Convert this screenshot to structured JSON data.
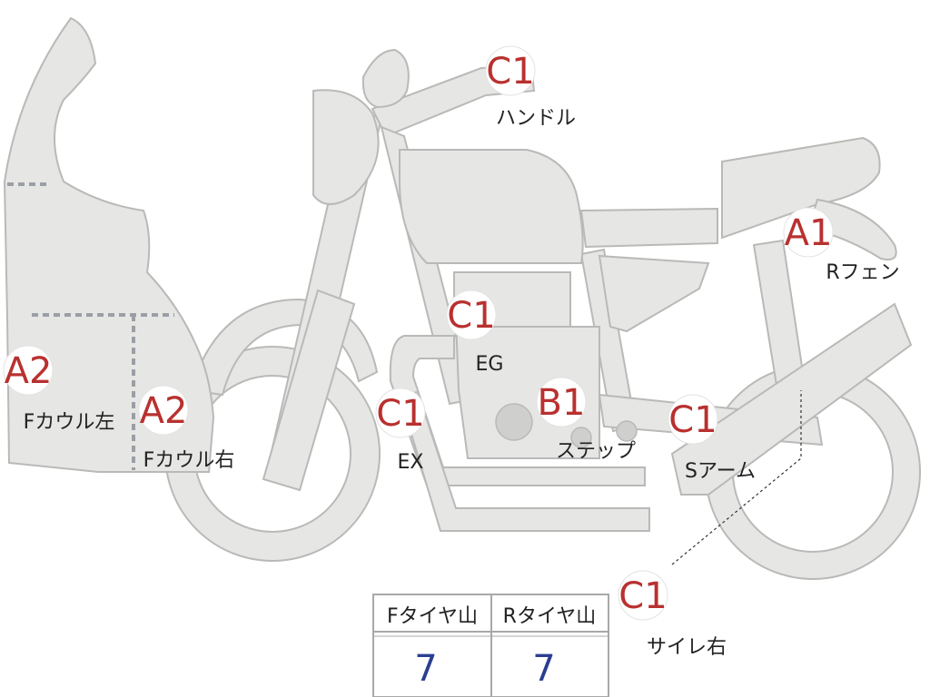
{
  "markers": [
    {
      "id": "handle",
      "grade": "C1",
      "label": "ハンドル"
    },
    {
      "id": "engine",
      "grade": "C1",
      "label": "EG"
    },
    {
      "id": "exhaust",
      "grade": "C1",
      "label": "EX"
    },
    {
      "id": "step",
      "grade": "B1",
      "label": "ステップ"
    },
    {
      "id": "swingarm",
      "grade": "C1",
      "label": "Sアーム"
    },
    {
      "id": "rear-fender",
      "grade": "A1",
      "label": "Rフェン"
    },
    {
      "id": "front-cowl-left",
      "grade": "A2",
      "label": "Fカウル左"
    },
    {
      "id": "front-cowl-right",
      "grade": "A2",
      "label": "Fカウル右"
    },
    {
      "id": "muffler-right",
      "grade": "C1",
      "label": "サイレ右"
    }
  ],
  "tire_table": {
    "headers": [
      "Fタイヤ山",
      "Rタイヤ山"
    ],
    "values": [
      "7",
      "7"
    ]
  },
  "colors": {
    "body_fill": "#e6e6e4",
    "outline": "#b9b9b7",
    "grade_text": "#b8312f",
    "table_value": "#2b3f91"
  }
}
